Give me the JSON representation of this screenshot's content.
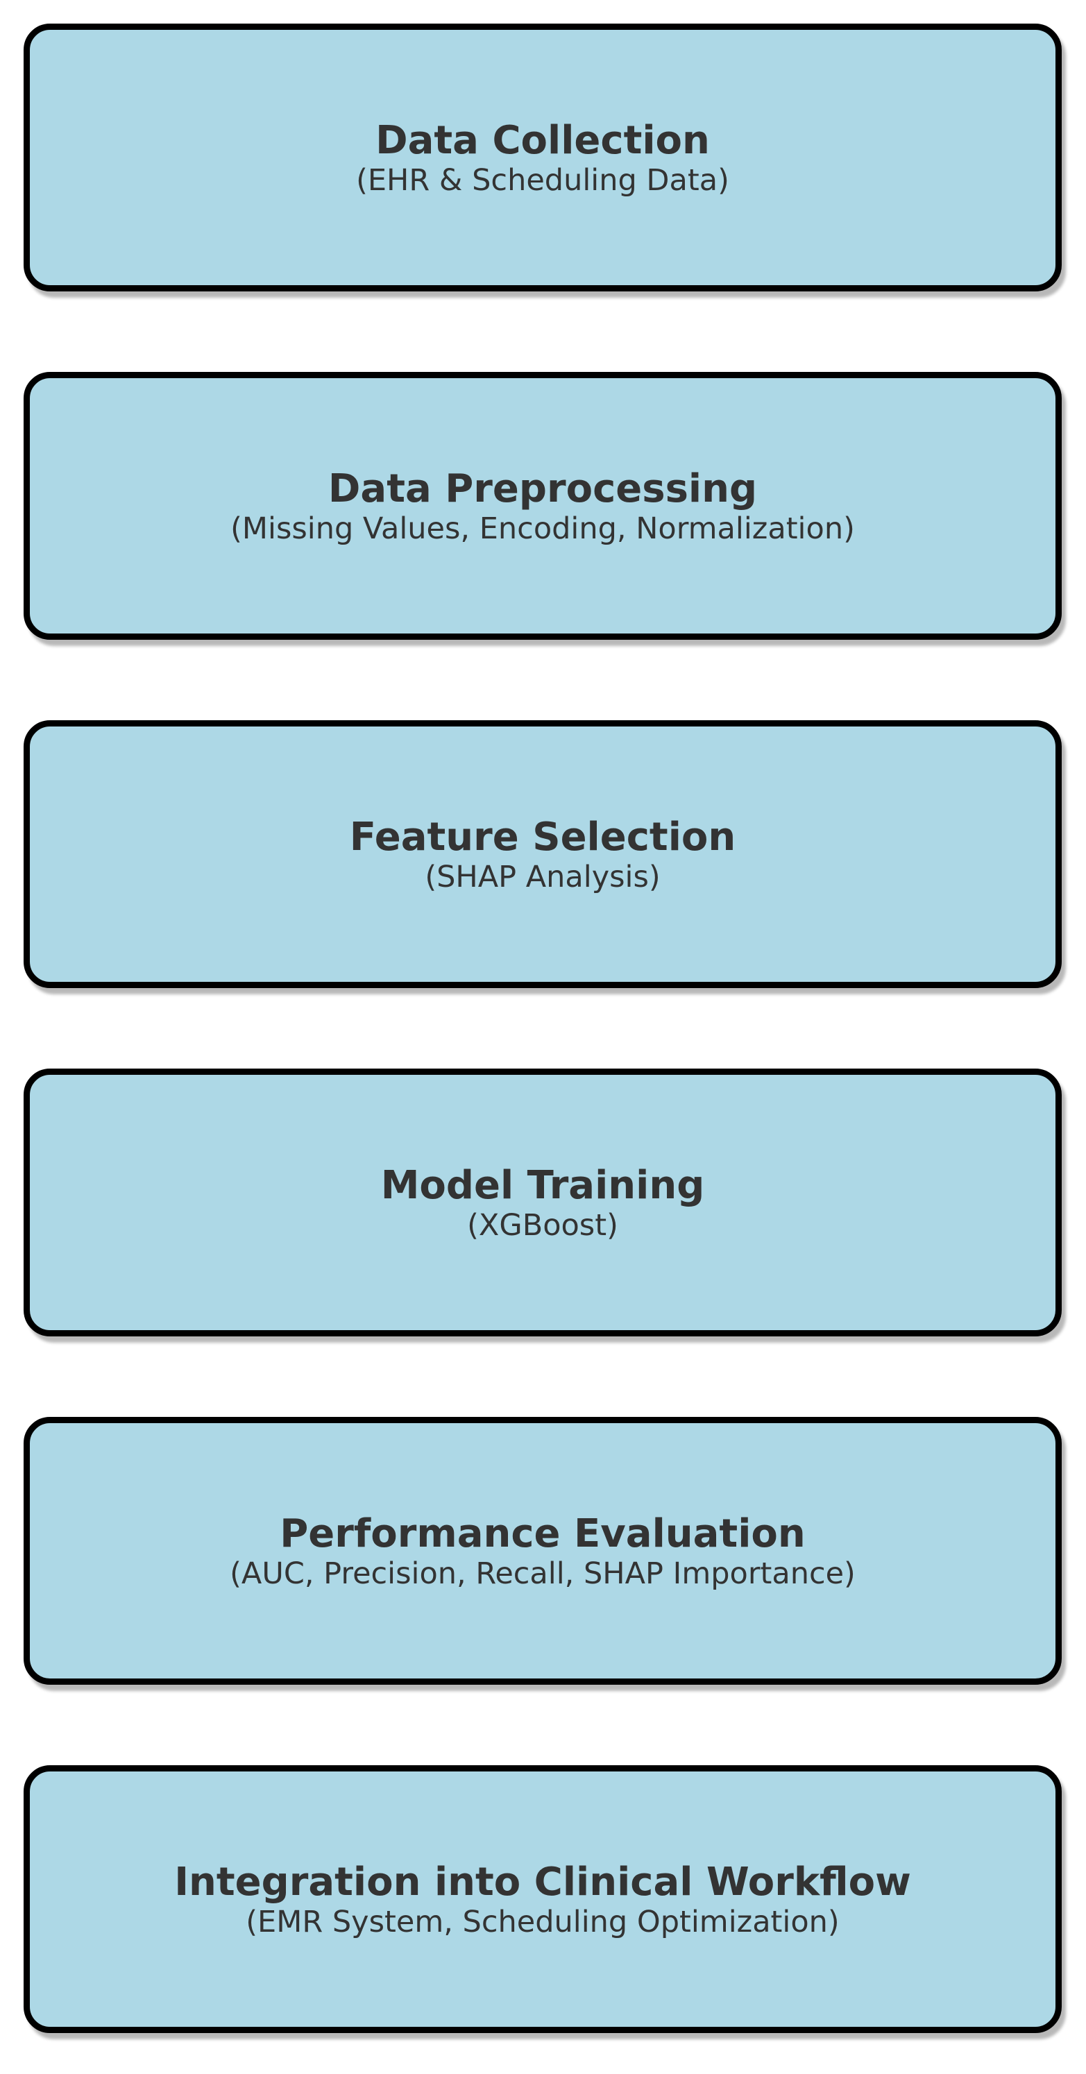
{
  "steps": [
    {
      "title": "Data Collection",
      "subtitle": "(EHR & Scheduling Data)"
    },
    {
      "title": "Data Preprocessing",
      "subtitle": "(Missing Values, Encoding, Normalization)"
    },
    {
      "title": "Feature Selection",
      "subtitle": "(SHAP Analysis)"
    },
    {
      "title": "Model Training",
      "subtitle": "(XGBoost)"
    },
    {
      "title": "Performance Evaluation",
      "subtitle": "(AUC, Precision, Recall, SHAP Importance)"
    },
    {
      "title": "Integration into Clinical Workflow",
      "subtitle": "(EMR System, Scheduling Optimization)"
    }
  ],
  "colors": {
    "box_fill": "#add8e6",
    "box_border": "#000000",
    "text": "#333333"
  }
}
